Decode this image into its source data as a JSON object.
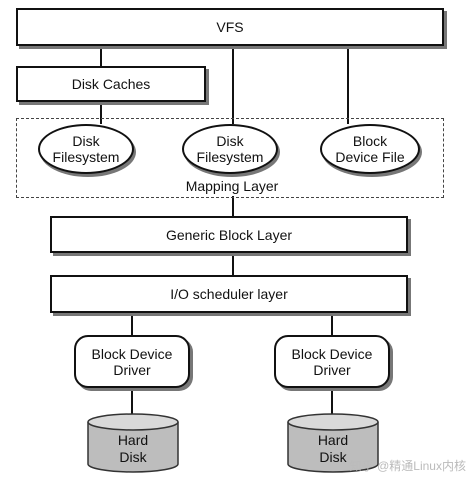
{
  "vfs": "VFS",
  "disk_caches": "Disk Caches",
  "mapping_layer": {
    "label": "Mapping Layer",
    "items": [
      {
        "line1": "Disk",
        "line2": "Filesystem"
      },
      {
        "line1": "Disk",
        "line2": "Filesystem"
      },
      {
        "line1": "Block",
        "line2": "Device File"
      }
    ]
  },
  "generic_block_layer": "Generic Block Layer",
  "io_scheduler_layer": "I/O scheduler layer",
  "drivers": [
    {
      "line1": "Block Device",
      "line2": "Driver"
    },
    {
      "line1": "Block Device",
      "line2": "Driver"
    }
  ],
  "disks": [
    {
      "line1": "Hard",
      "line2": "Disk"
    },
    {
      "line1": "Hard",
      "line2": "Disk"
    }
  ],
  "watermark": "知乎 @精通Linux内核"
}
